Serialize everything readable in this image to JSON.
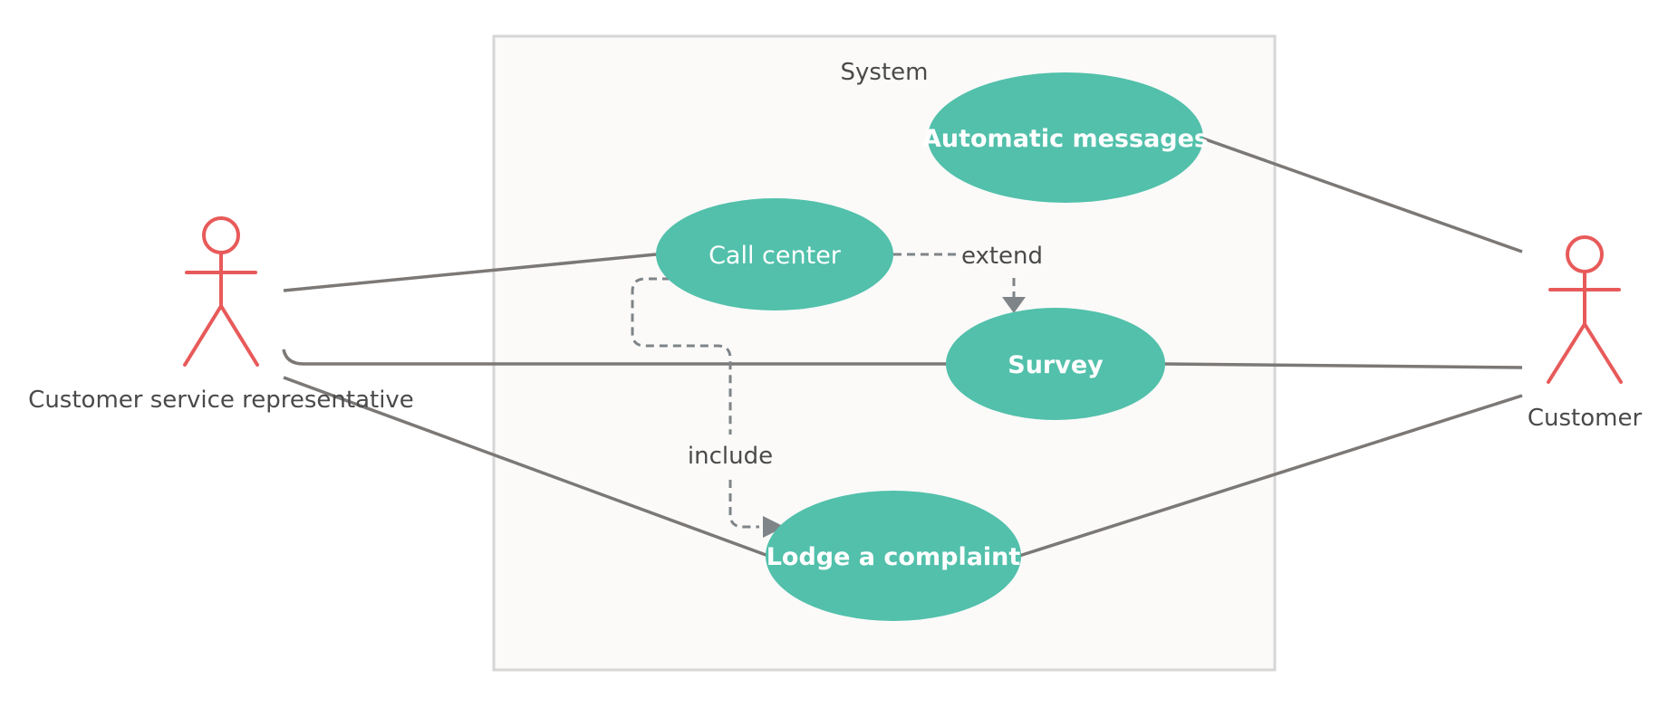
{
  "system": {
    "label": "System",
    "fill": "#fbfaf9",
    "stroke": "#d6d6d6"
  },
  "colors": {
    "use_case_fill": "#52c0ab",
    "actor_stroke": "#e85a5a",
    "association": "#7b7876",
    "dependency": "#7e8488"
  },
  "use_cases": {
    "automatic_messages": "Automatic messages",
    "call_center": "Call center",
    "survey": "Survey",
    "lodge_complaint": "Lodge a complaint"
  },
  "actors": {
    "representative": "Customer service representative",
    "customer": "Customer"
  },
  "relations": {
    "extend": "extend",
    "include": "include"
  }
}
